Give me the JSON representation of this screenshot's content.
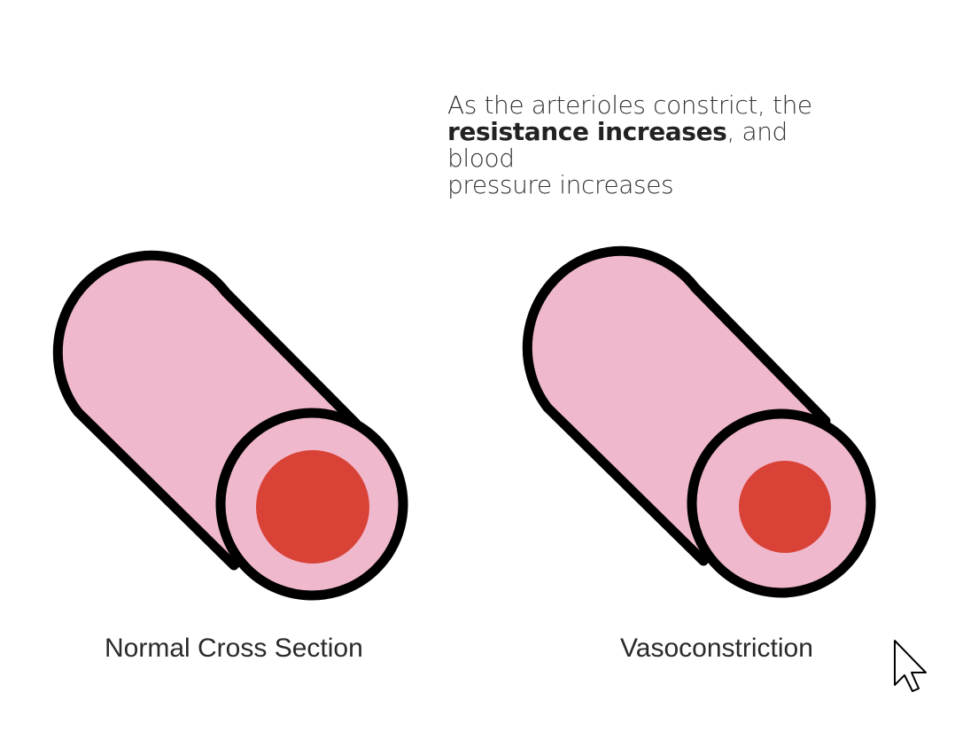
{
  "caption": {
    "part1": "As the arterioles constrict, the",
    "bold": "resistance increases",
    "part2": ", and blood",
    "part3": "pressure increases"
  },
  "vessels": [
    {
      "label": "Normal Cross Section"
    },
    {
      "label": "Vasoconstriction"
    }
  ],
  "colors": {
    "vessel_wall": "#f0b8cc",
    "outline": "#000000",
    "lumen": "#d94236",
    "text": "#2a2a2a"
  },
  "icons": [
    "mouse-cursor-icon"
  ]
}
